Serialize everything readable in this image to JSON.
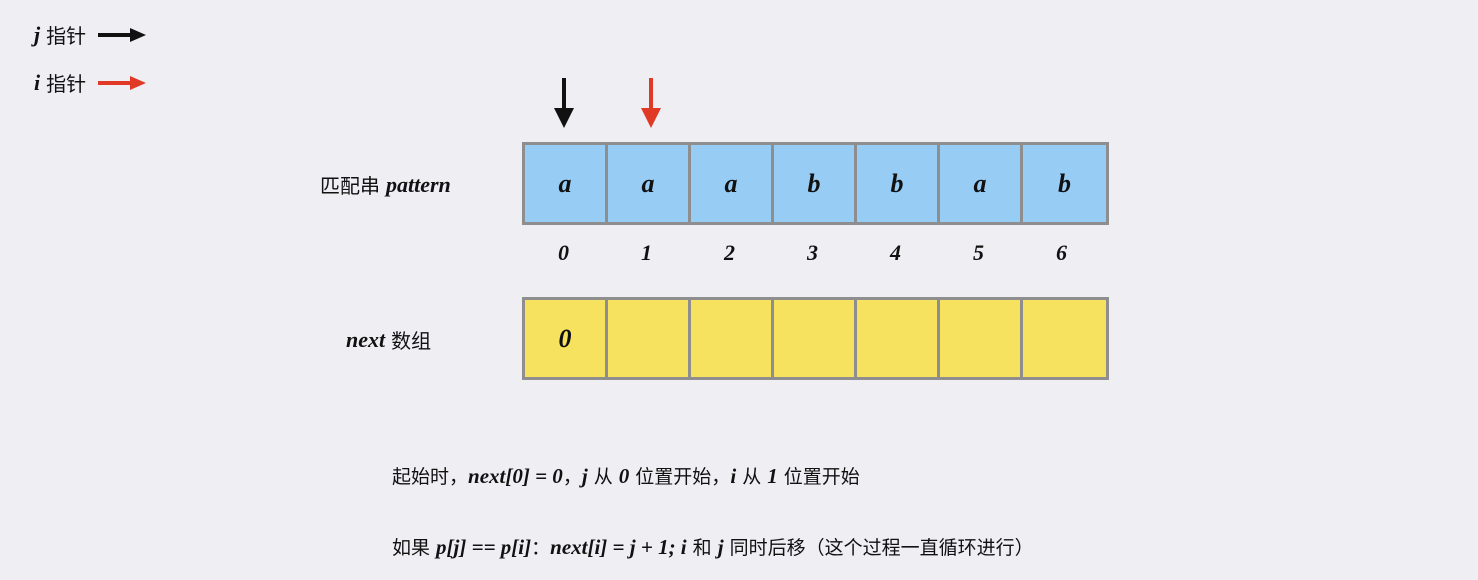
{
  "legend": {
    "items": [
      {
        "var": "j",
        "label": "指针",
        "color": "#111111"
      },
      {
        "var": "i",
        "label": "指针",
        "color": "#e03a26"
      }
    ]
  },
  "pointers": {
    "j": {
      "index": 0,
      "color": "#111111"
    },
    "i": {
      "index": 1,
      "color": "#e03a26"
    }
  },
  "pattern_row": {
    "label_zh": "匹配串",
    "label_en": "pattern",
    "cells": [
      "a",
      "a",
      "a",
      "b",
      "b",
      "a",
      "b"
    ],
    "cell_color": "#97cdf5"
  },
  "indices": [
    "0",
    "1",
    "2",
    "3",
    "4",
    "5",
    "6"
  ],
  "next_row": {
    "label_en": "next",
    "label_zh": "数组",
    "cells": [
      "0",
      "",
      "",
      "",
      "",
      "",
      ""
    ],
    "cell_color": "#f6e25e"
  },
  "notes": {
    "line1": {
      "p1": "起始时，",
      "m1": "next[0] = 0",
      "p2": "，",
      "m2": "j",
      "p3": " 从 ",
      "m3": "0",
      "p4": " 位置开始，",
      "m4": "i",
      "p5": " 从 ",
      "m5": "1",
      "p6": " 位置开始"
    },
    "line2": {
      "p1": "如果 ",
      "m1": "p[j] == p[i]",
      "p2": "：",
      "m2": "next[i] = j + 1; i",
      "p3": " 和 ",
      "m3": "j",
      "p4": " 同时后移（这个过程一直循环进行）"
    }
  }
}
